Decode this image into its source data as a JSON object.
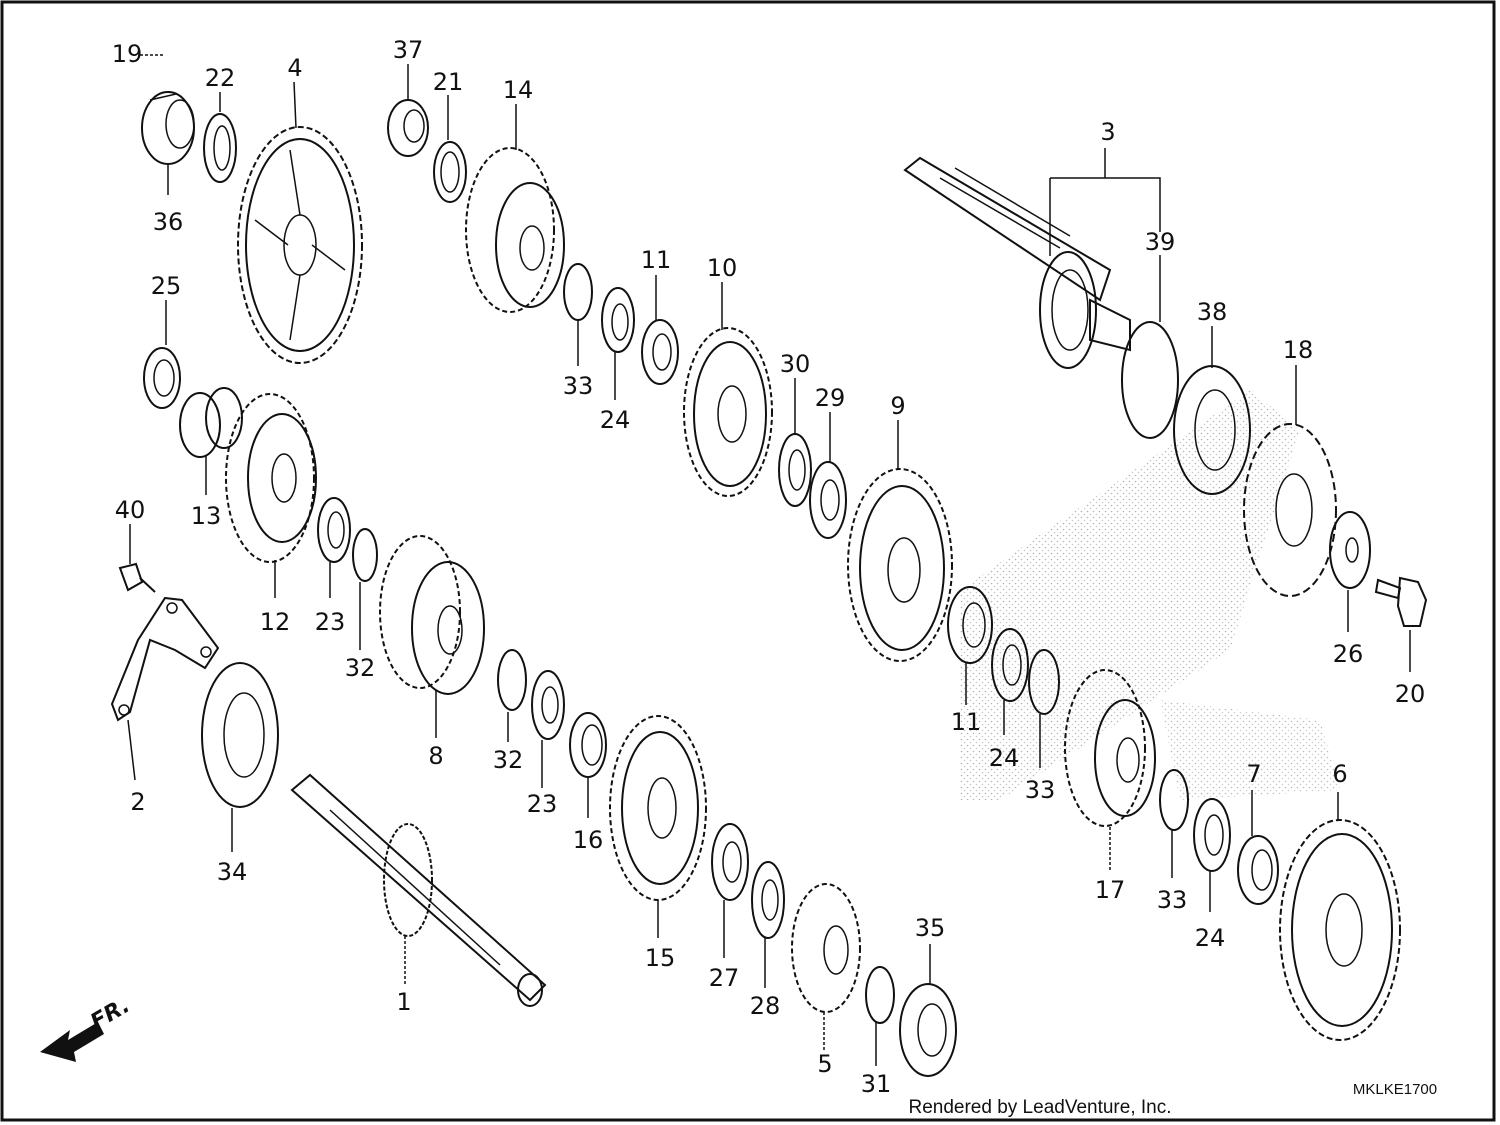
{
  "diagram": {
    "callouts": [
      "1",
      "2",
      "3",
      "4",
      "5",
      "6",
      "7",
      "8",
      "9",
      "10",
      "11",
      "11",
      "12",
      "13",
      "14",
      "15",
      "16",
      "17",
      "18",
      "19",
      "20",
      "21",
      "22",
      "23",
      "23",
      "24",
      "24",
      "24",
      "25",
      "26",
      "27",
      "28",
      "29",
      "30",
      "31",
      "32",
      "32",
      "33",
      "33",
      "33",
      "34",
      "35",
      "36",
      "37",
      "38",
      "39",
      "40"
    ],
    "direction_label": "FR.",
    "diagram_code": "MKLKE1700",
    "credit": "Rendered by LeadVenture, Inc."
  }
}
